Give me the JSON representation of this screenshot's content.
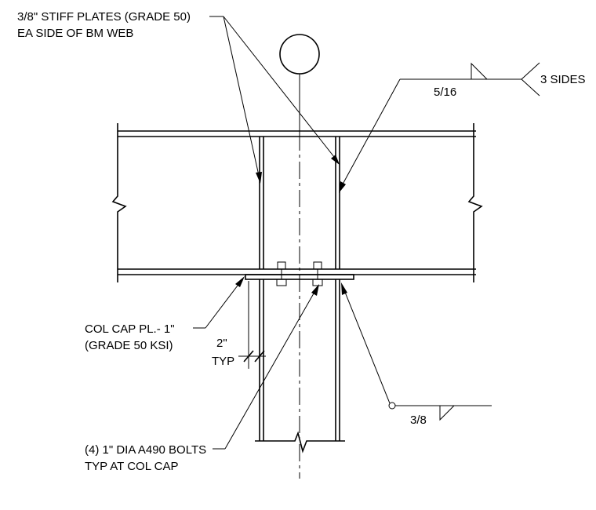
{
  "notes": {
    "stiff_plates_line1": "3/8\" STIFF PLATES (GRADE 50)",
    "stiff_plates_line2": "EA SIDE OF BM WEB",
    "weld_top_size": "5/16",
    "weld_top_note": "3 SIDES",
    "col_cap_line1": "COL CAP PL.- 1\"",
    "col_cap_line2": "(GRADE 50 KSI)",
    "dim_value": "2\"",
    "dim_note": "TYP",
    "bolts_line1": "(4) 1\" DIA A490 BOLTS",
    "bolts_line2": "TYP AT COL CAP",
    "weld_bottom_size": "3/8"
  }
}
